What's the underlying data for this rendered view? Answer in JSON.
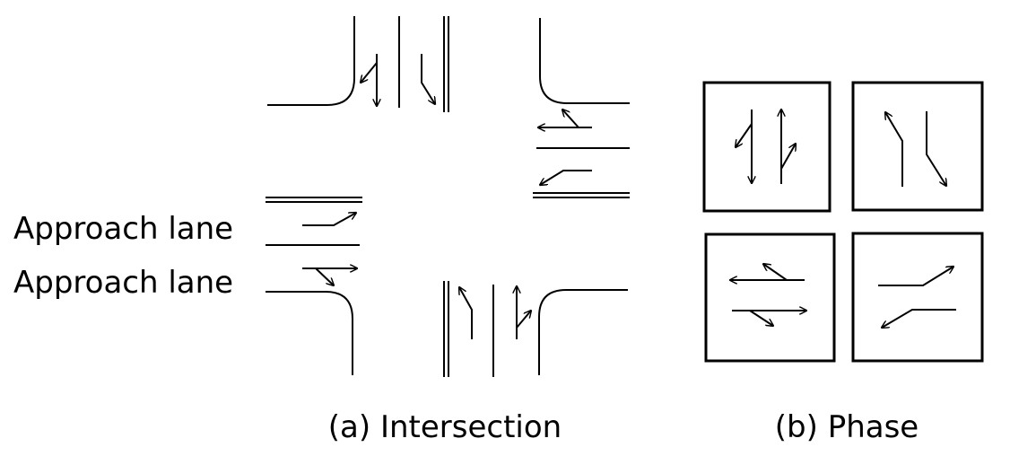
{
  "labels": {
    "approach_lane_1": "Approach lane",
    "approach_lane_2": "Approach lane",
    "caption_intersection": "(a) Intersection",
    "caption_phase": "(b) Phase"
  },
  "colors": {
    "stroke": "#000000",
    "background": "#ffffff"
  }
}
